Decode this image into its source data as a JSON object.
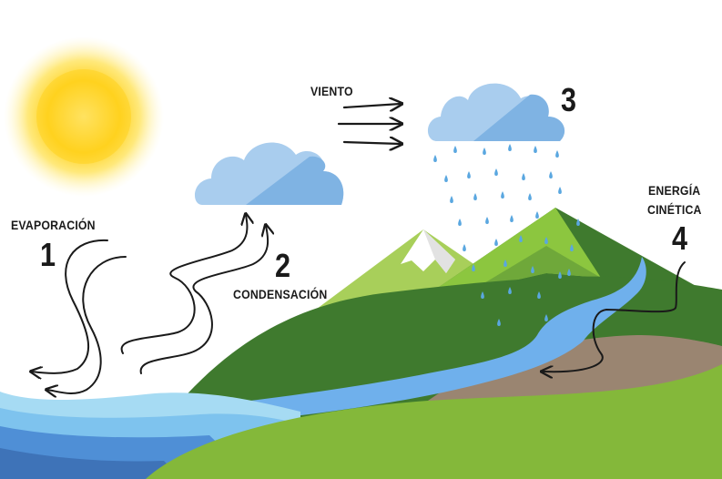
{
  "labels": {
    "evaporacion": "EVAPORACIÓN",
    "step1": "1",
    "step2": "2",
    "condensacion": "CONDENSACIÓN",
    "viento": "VIENTO",
    "step3": "3",
    "energia_line1": "ENERGÍA",
    "energia_line2": "CINÉTICA",
    "step4": "4"
  },
  "colors": {
    "sun": "#ffd21f",
    "sun_glow": "#fff3a0",
    "cloud_light": "#a9cdee",
    "cloud_dark": "#7fb3e3",
    "rain": "#5aa7e0",
    "sea": "#4f8fd6",
    "river": "#6fb0ec",
    "hill_dark": "#3f7a2e",
    "hill_mid": "#5e9a35",
    "hill_light": "#8cc63f",
    "foreground": "#84b83a",
    "soil": "#9a8571",
    "snow": "#ffffff",
    "arrow": "#1a1a1a"
  }
}
